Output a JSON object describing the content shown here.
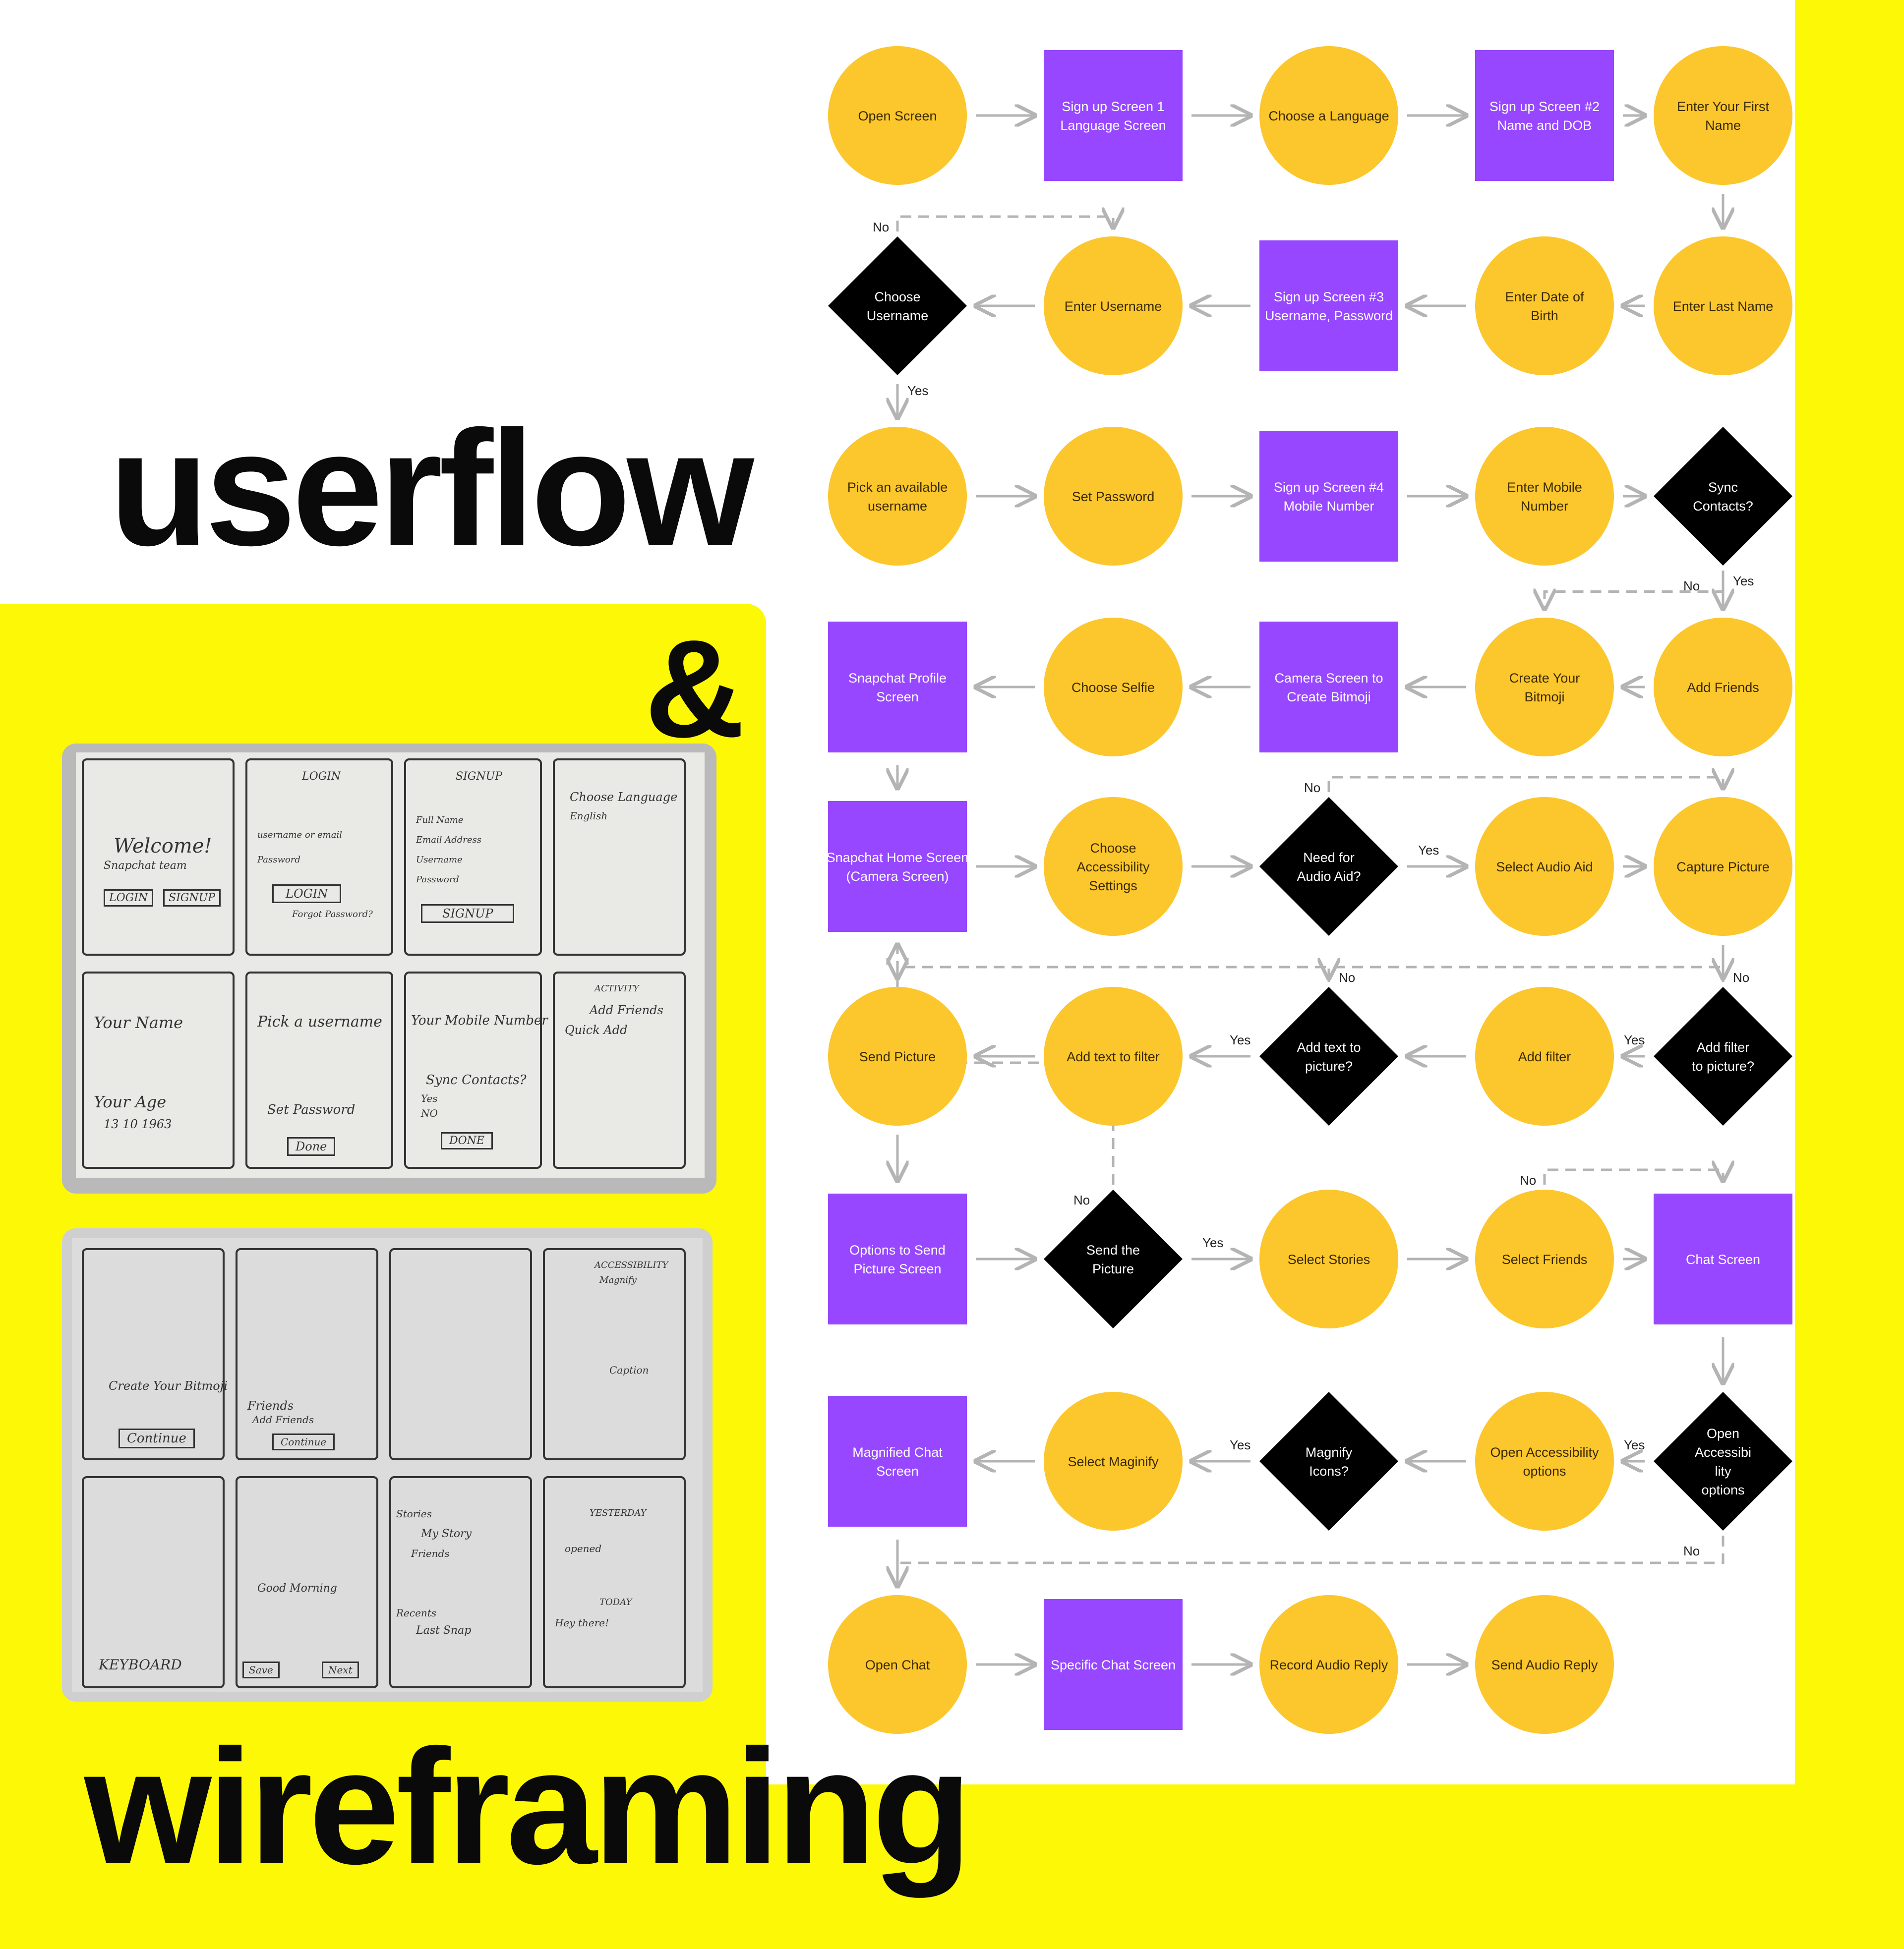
{
  "headings": {
    "line1": "userflow",
    "line2": "&",
    "line3": "wireframing"
  },
  "colors": {
    "circle": "#fcc72c",
    "screen": "#9747ff",
    "decision": "#e8284f",
    "connector": "#b4b4b4",
    "backdrop": "#fcf806"
  },
  "flow": {
    "nodes": [
      {
        "id": "n1",
        "shape": "circle",
        "label": "Open Screen"
      },
      {
        "id": "n2",
        "shape": "rect",
        "label": "Sign up Screen 1 Language Screen"
      },
      {
        "id": "n3",
        "shape": "circle",
        "label": "Choose a Language"
      },
      {
        "id": "n4",
        "shape": "rect",
        "label": "Sign up Screen #2 Name and DOB"
      },
      {
        "id": "n5",
        "shape": "circle",
        "label": "Enter Your First Name"
      },
      {
        "id": "n6",
        "shape": "diamond",
        "label": "Choose Username"
      },
      {
        "id": "n7",
        "shape": "circle",
        "label": "Enter Username"
      },
      {
        "id": "n8",
        "shape": "rect",
        "label": "Sign up Screen #3 Username, Password"
      },
      {
        "id": "n9",
        "shape": "circle",
        "label": "Enter Date of Birth"
      },
      {
        "id": "n10",
        "shape": "circle",
        "label": "Enter Last Name"
      },
      {
        "id": "n11",
        "shape": "circle",
        "label": "Pick an available username"
      },
      {
        "id": "n12",
        "shape": "circle",
        "label": "Set Password"
      },
      {
        "id": "n13",
        "shape": "rect",
        "label": "Sign up Screen #4 Mobile Number"
      },
      {
        "id": "n14",
        "shape": "circle",
        "label": "Enter Mobile Number"
      },
      {
        "id": "n15",
        "shape": "diamond",
        "label": "Sync Contacts?"
      },
      {
        "id": "n16",
        "shape": "rect",
        "label": "Snapchat Profile Screen"
      },
      {
        "id": "n17",
        "shape": "circle",
        "label": "Choose Selfie"
      },
      {
        "id": "n18",
        "shape": "rect",
        "label": "Camera Screen to Create Bitmoji"
      },
      {
        "id": "n19",
        "shape": "circle",
        "label": "Create Your Bitmoji"
      },
      {
        "id": "n20",
        "shape": "circle",
        "label": "Add Friends"
      },
      {
        "id": "n21",
        "shape": "rect",
        "label": "Snapchat Home Screen (Camera Screen)"
      },
      {
        "id": "n22",
        "shape": "circle",
        "label": "Choose Accessibility Settings"
      },
      {
        "id": "n23",
        "shape": "diamond",
        "label": "Need for Audio Aid?"
      },
      {
        "id": "n24",
        "shape": "circle",
        "label": "Select Audio Aid"
      },
      {
        "id": "n25",
        "shape": "circle",
        "label": "Capture Picture"
      },
      {
        "id": "n26",
        "shape": "circle",
        "label": "Send Picture"
      },
      {
        "id": "n27",
        "shape": "circle",
        "label": "Add text to filter"
      },
      {
        "id": "n28",
        "shape": "diamond",
        "label": "Add text to picture?"
      },
      {
        "id": "n29",
        "shape": "circle",
        "label": "Add filter"
      },
      {
        "id": "n30",
        "shape": "diamond",
        "label": "Add filter to picture?"
      },
      {
        "id": "n31",
        "shape": "rect",
        "label": "Options to Send Picture Screen"
      },
      {
        "id": "n32",
        "shape": "diamond",
        "label": "Send the Picture"
      },
      {
        "id": "n33",
        "shape": "circle",
        "label": "Select Stories"
      },
      {
        "id": "n34",
        "shape": "circle",
        "label": "Select Friends"
      },
      {
        "id": "n35",
        "shape": "rect",
        "label": "Chat Screen"
      },
      {
        "id": "n36",
        "shape": "rect",
        "label": "Magnified Chat Screen"
      },
      {
        "id": "n37",
        "shape": "circle",
        "label": "Select Maginify"
      },
      {
        "id": "n38",
        "shape": "diamond",
        "label": "Magnify Icons?"
      },
      {
        "id": "n39",
        "shape": "circle",
        "label": "Open Accessibility options"
      },
      {
        "id": "n40",
        "shape": "diamond",
        "label": "Open Accessibi lity options"
      },
      {
        "id": "n41",
        "shape": "circle",
        "label": "Open Chat"
      },
      {
        "id": "n42",
        "shape": "rect",
        "label": "Specific Chat Screen"
      },
      {
        "id": "n43",
        "shape": "circle",
        "label": "Record Audio Reply"
      },
      {
        "id": "n44",
        "shape": "circle",
        "label": "Send Audio Reply"
      }
    ],
    "edges": [
      {
        "from": "n1",
        "to": "n2"
      },
      {
        "from": "n2",
        "to": "n3"
      },
      {
        "from": "n3",
        "to": "n4"
      },
      {
        "from": "n4",
        "to": "n5"
      },
      {
        "from": "n5",
        "to": "n10"
      },
      {
        "from": "n10",
        "to": "n9"
      },
      {
        "from": "n9",
        "to": "n8"
      },
      {
        "from": "n8",
        "to": "n7"
      },
      {
        "from": "n7",
        "to": "n6"
      },
      {
        "from": "n6",
        "to": "n7",
        "label": "No",
        "dashed": true
      },
      {
        "from": "n6",
        "to": "n11",
        "label": "Yes"
      },
      {
        "from": "n11",
        "to": "n12"
      },
      {
        "from": "n12",
        "to": "n13"
      },
      {
        "from": "n13",
        "to": "n14"
      },
      {
        "from": "n14",
        "to": "n15"
      },
      {
        "from": "n15",
        "to": "n20",
        "label": "Yes"
      },
      {
        "from": "n15",
        "to": "n19",
        "label": "No",
        "dashed": true
      },
      {
        "from": "n20",
        "to": "n19"
      },
      {
        "from": "n19",
        "to": "n18"
      },
      {
        "from": "n18",
        "to": "n17"
      },
      {
        "from": "n17",
        "to": "n16"
      },
      {
        "from": "n16",
        "to": "n21"
      },
      {
        "from": "n21",
        "to": "n22"
      },
      {
        "from": "n22",
        "to": "n23"
      },
      {
        "from": "n23",
        "to": "n24",
        "label": "Yes"
      },
      {
        "from": "n23",
        "to": "n25",
        "label": "No",
        "dashed": true
      },
      {
        "from": "n24",
        "to": "n25"
      },
      {
        "from": "n25",
        "to": "n30"
      },
      {
        "from": "n30",
        "to": "n29",
        "label": "Yes"
      },
      {
        "from": "n30",
        "to": "n28",
        "label": "No",
        "dashed": true
      },
      {
        "from": "n29",
        "to": "n28"
      },
      {
        "from": "n28",
        "to": "n27",
        "label": "Yes"
      },
      {
        "from": "n28",
        "to": "n26",
        "label": "No",
        "dashed": true
      },
      {
        "from": "n27",
        "to": "n26"
      },
      {
        "from": "n26",
        "to": "n31"
      },
      {
        "from": "n31",
        "to": "n32"
      },
      {
        "from": "n32",
        "to": "n33",
        "label": "Yes"
      },
      {
        "from": "n32",
        "to": "n21",
        "label": "No",
        "dashed": true
      },
      {
        "from": "n33",
        "to": "n34"
      },
      {
        "from": "n34",
        "to": "n35"
      },
      {
        "from": "n34",
        "to": "n35",
        "label": "No",
        "dashed": true
      },
      {
        "from": "n35",
        "to": "n40"
      },
      {
        "from": "n40",
        "to": "n39",
        "label": "Yes"
      },
      {
        "from": "n40",
        "to": "n41",
        "label": "No",
        "dashed": true
      },
      {
        "from": "n39",
        "to": "n38"
      },
      {
        "from": "n38",
        "to": "n37",
        "label": "Yes"
      },
      {
        "from": "n37",
        "to": "n36"
      },
      {
        "from": "n36",
        "to": "n41"
      },
      {
        "from": "n41",
        "to": "n42"
      },
      {
        "from": "n42",
        "to": "n43"
      },
      {
        "from": "n43",
        "to": "n44"
      }
    ]
  },
  "wireframes": {
    "sheet1": {
      "welcome": "Welcome!",
      "team": "Snapchat team",
      "login_btn": "LOGIN",
      "signup_btn": "SIGNUP",
      "login_title": "LOGIN",
      "username_field": "username or email",
      "password_field": "Password",
      "login_action": "LOGIN",
      "forgot": "Forgot Password?",
      "signup_title": "SIGNUP",
      "full_name": "Full Name",
      "email": "Email Address",
      "username": "Username",
      "password": "Password",
      "signup_action": "SIGNUP",
      "choose_language": "Choose Language",
      "english": "English",
      "your_name": "Your Name",
      "your_age": "Your Age",
      "age_values": "13  10  1963",
      "pick_username": "Pick a username",
      "set_password": "Set Password",
      "done": "Done",
      "mobile_number": "Your Mobile Number",
      "sync_contacts": "Sync Contacts?",
      "yes": "Yes",
      "no": "NO",
      "done2": "DONE",
      "activity": "ACTIVITY",
      "add_friends": "Add Friends",
      "quick_add": "Quick Add"
    },
    "sheet2": {
      "create_bitmoji": "Create Your Bitmoji",
      "continue": "Continue",
      "friends": "Friends",
      "add_friends": "Add Friends",
      "continue2": "Continue",
      "accessibility": "ACCESSIBILITY",
      "magnify": "Magnify",
      "caption": "Caption",
      "keyboard": "KEYBOARD",
      "good_morning": "Good Morning",
      "save": "Save",
      "next": "Next",
      "stories": "Stories",
      "my_story": "My Story",
      "friends2": "Friends",
      "recents": "Recents",
      "last_snap": "Last Snap",
      "yesterday": "YESTERDAY",
      "opened": "opened",
      "today": "TODAY",
      "hey_there": "Hey there!"
    }
  }
}
